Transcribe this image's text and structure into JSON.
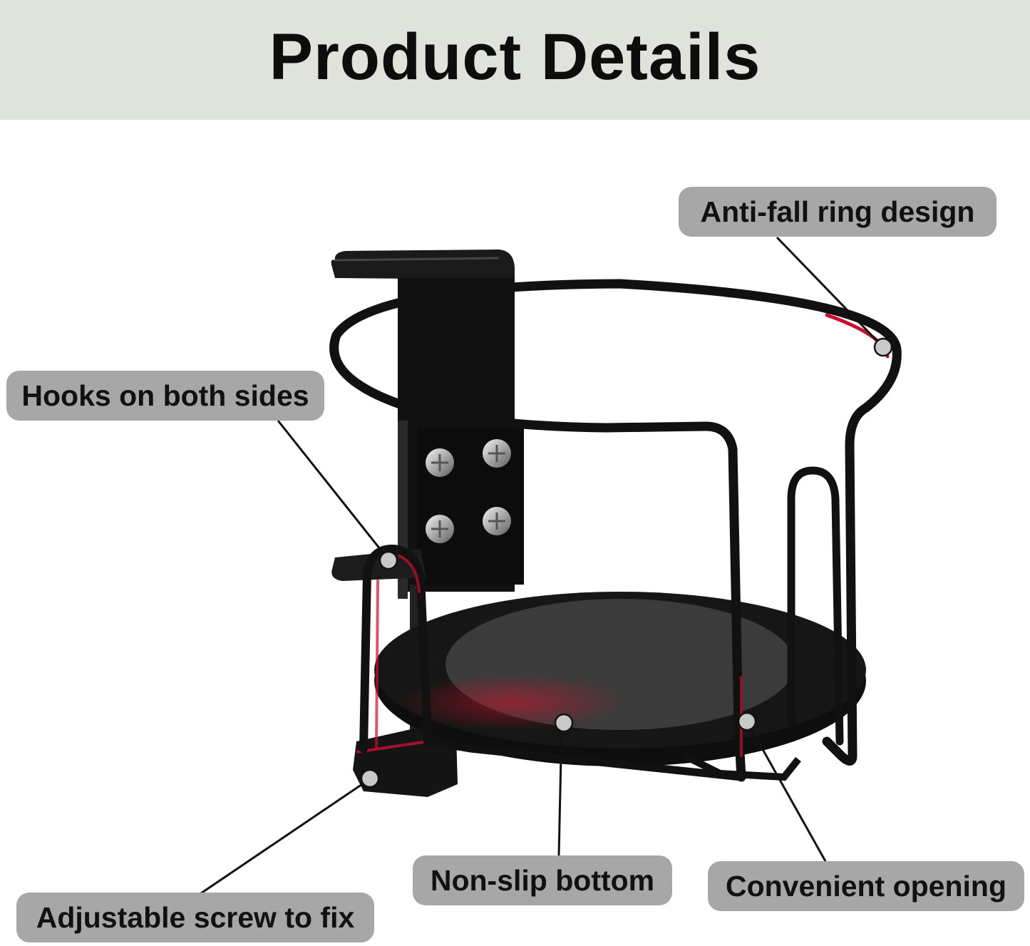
{
  "title": "Product Details",
  "callouts": {
    "anti_fall_ring": "Anti-fall ring design",
    "hooks_both_sides": "Hooks on both sides",
    "non_slip_bottom": "Non-slip bottom",
    "convenient_opening": "Convenient opening",
    "adjustable_screw": "Adjustable screw to fix"
  },
  "colors": {
    "header_bg": "#dfe3dc",
    "label_bg": "#a7a7a7",
    "product_black": "#111111",
    "highlight_red": "#c8102e"
  }
}
